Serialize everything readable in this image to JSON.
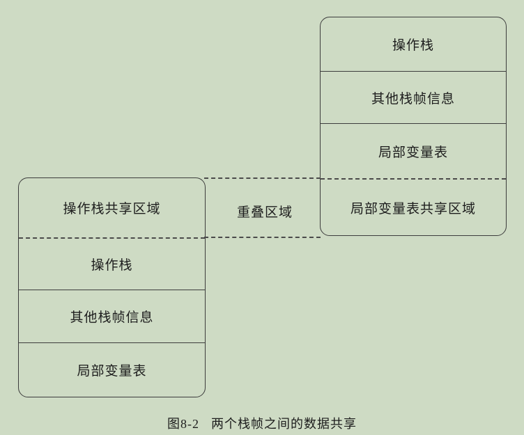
{
  "figure": {
    "background_color": "#cedbc4",
    "line_color": "#3c3c3c",
    "dash_color": "#4a4a4a",
    "text_color": "#1d1d1d"
  },
  "frame2": {
    "sections": [
      {
        "label": "操作栈"
      },
      {
        "label": "其他栈帧信息"
      },
      {
        "label": "局部变量表"
      },
      {
        "label": "局部变量表共享区域"
      }
    ]
  },
  "frame1": {
    "sections": [
      {
        "label": "操作栈共享区域"
      },
      {
        "label": "操作栈"
      },
      {
        "label": "其他栈帧信息"
      },
      {
        "label": "局部变量表"
      }
    ]
  },
  "overlap_label": "重叠区域",
  "caption": {
    "number": "图8-2",
    "title": "两个栈帧之间的数据共享"
  }
}
